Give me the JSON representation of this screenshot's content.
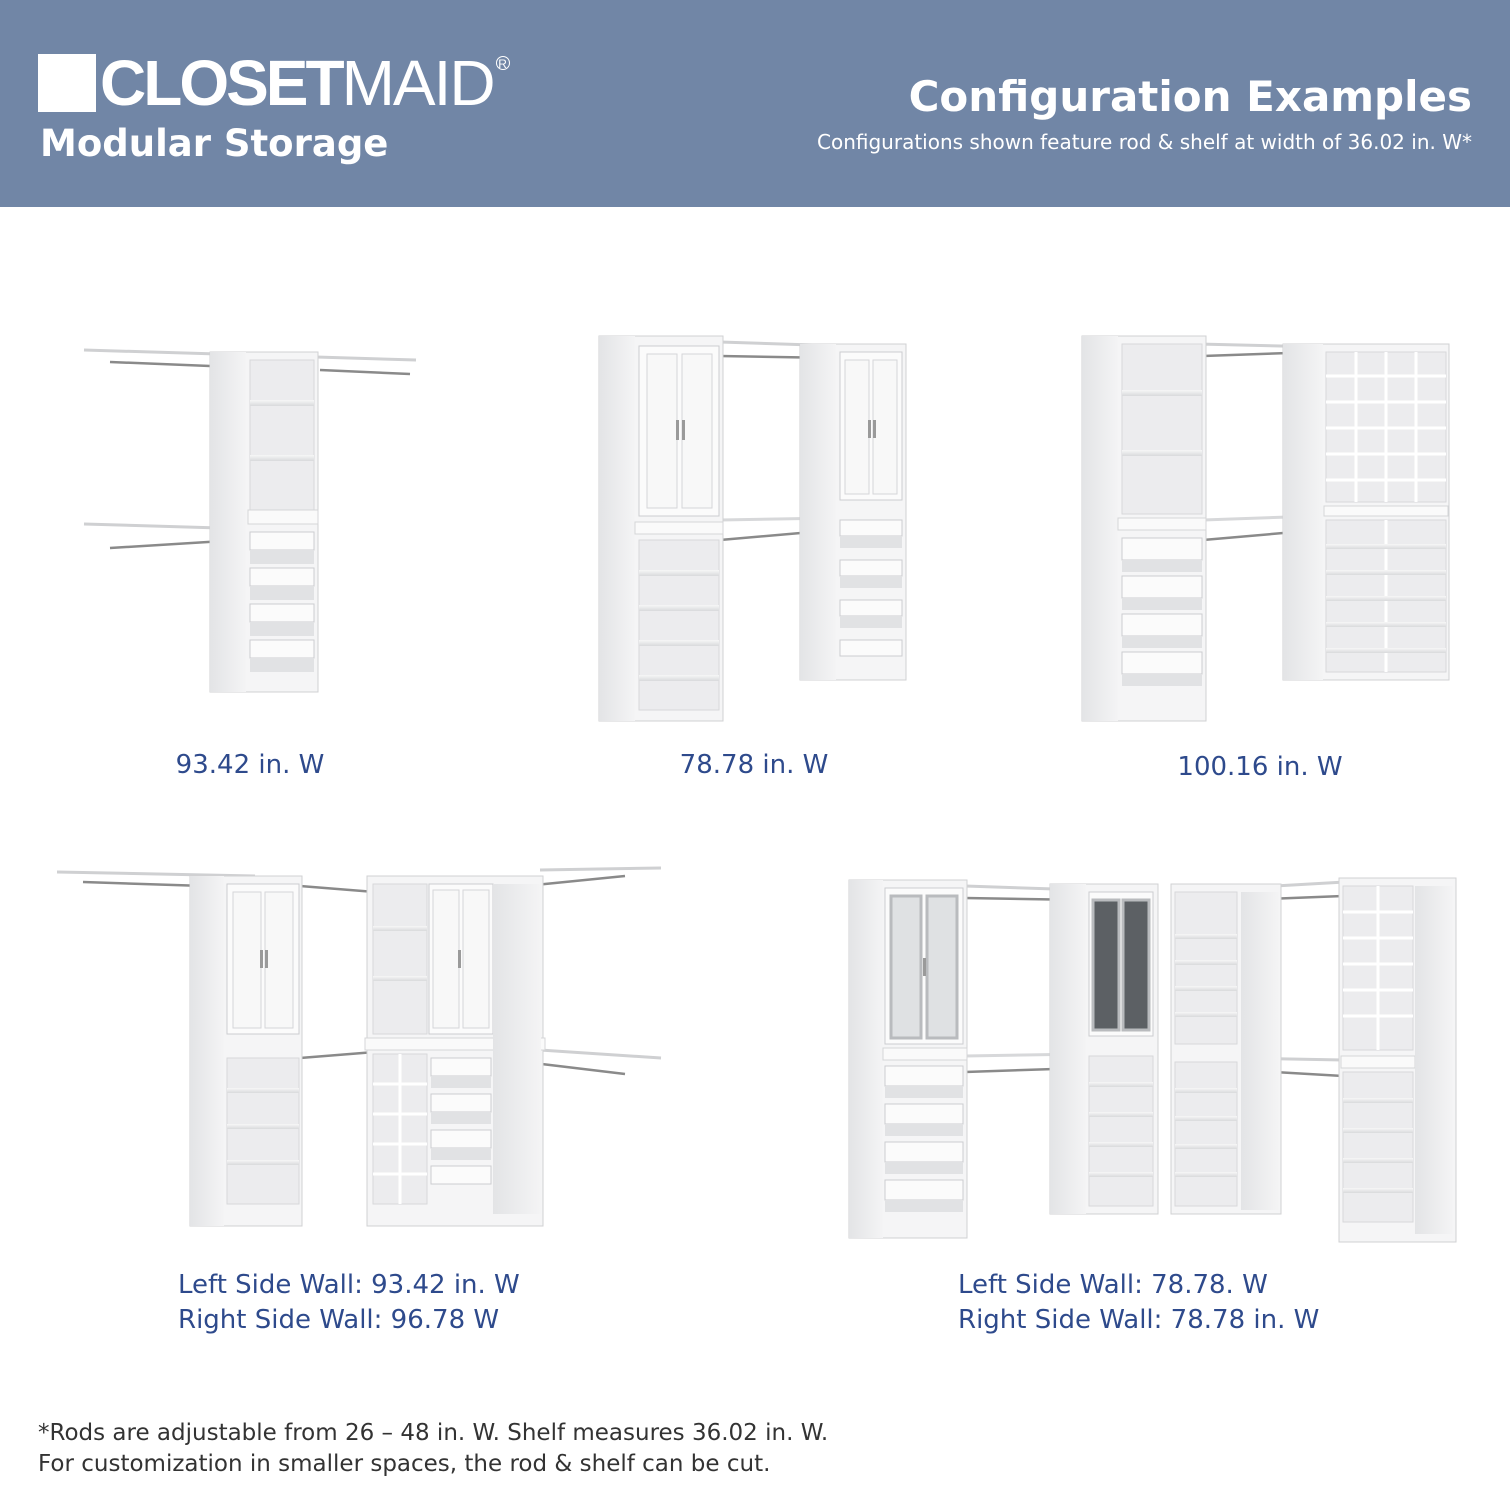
{
  "header": {
    "brand_bold": "CLOSET",
    "brand_light": "MAID",
    "brand_mark": "R",
    "product_line": "Modular Storage",
    "title": "Configuration Examples",
    "subtitle": "Configurations shown feature rod & shelf at width of 36.02 in. W*"
  },
  "colors": {
    "header_bg": "#7186a6",
    "label_text": "#2e4a8c",
    "panel": "#ffffff",
    "rod": "#8a8a8a"
  },
  "configs": [
    {
      "label": "93.42 in. W"
    },
    {
      "label": "78.78 in. W"
    },
    {
      "label": "100.16 in. W"
    },
    {
      "label_line1": "Left Side Wall: 93.42 in. W",
      "label_line2": "Right Side Wall: 96.78 W"
    },
    {
      "label_line1": "Left Side Wall: 78.78. W",
      "label_line2": "Right Side Wall: 78.78 in. W"
    }
  ],
  "footnote": {
    "line1": "*Rods are adjustable from 26 – 48 in. W. Shelf measures 36.02 in. W.",
    "line2": "For customization in smaller spaces, the rod & shelf can be cut."
  }
}
